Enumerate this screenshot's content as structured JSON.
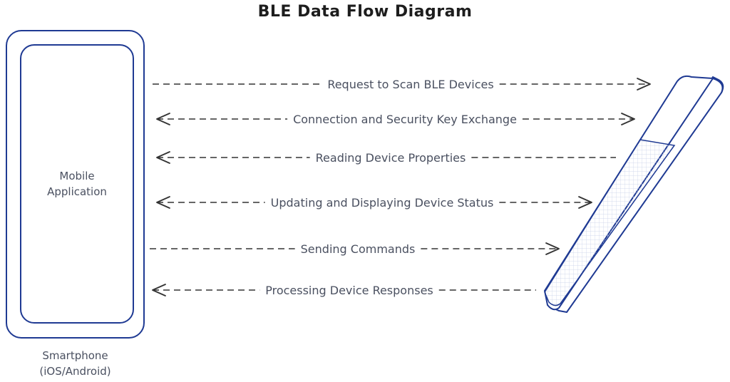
{
  "diagram": {
    "title": "BLE Data Flow Diagram",
    "mobile_app": {
      "label_line1": "Mobile",
      "label_line2": "Application"
    },
    "smartphone": {
      "label_line1": "Smartphone",
      "label_line2": "(iOS/Android)"
    },
    "flows": [
      {
        "label": "Request to Scan BLE Devices",
        "direction": "to-device"
      },
      {
        "label": "Connection and Security Key Exchange",
        "direction": "both"
      },
      {
        "label": "Reading Device Properties",
        "direction": "to-app"
      },
      {
        "label": "Updating and Displaying Device Status",
        "direction": "both"
      },
      {
        "label": "Sending Commands",
        "direction": "to-device"
      },
      {
        "label": "Processing Device Responses",
        "direction": "to-app"
      }
    ],
    "colors": {
      "outline": "#1f3a93",
      "text": "#4a5060",
      "line": "#333333"
    }
  }
}
